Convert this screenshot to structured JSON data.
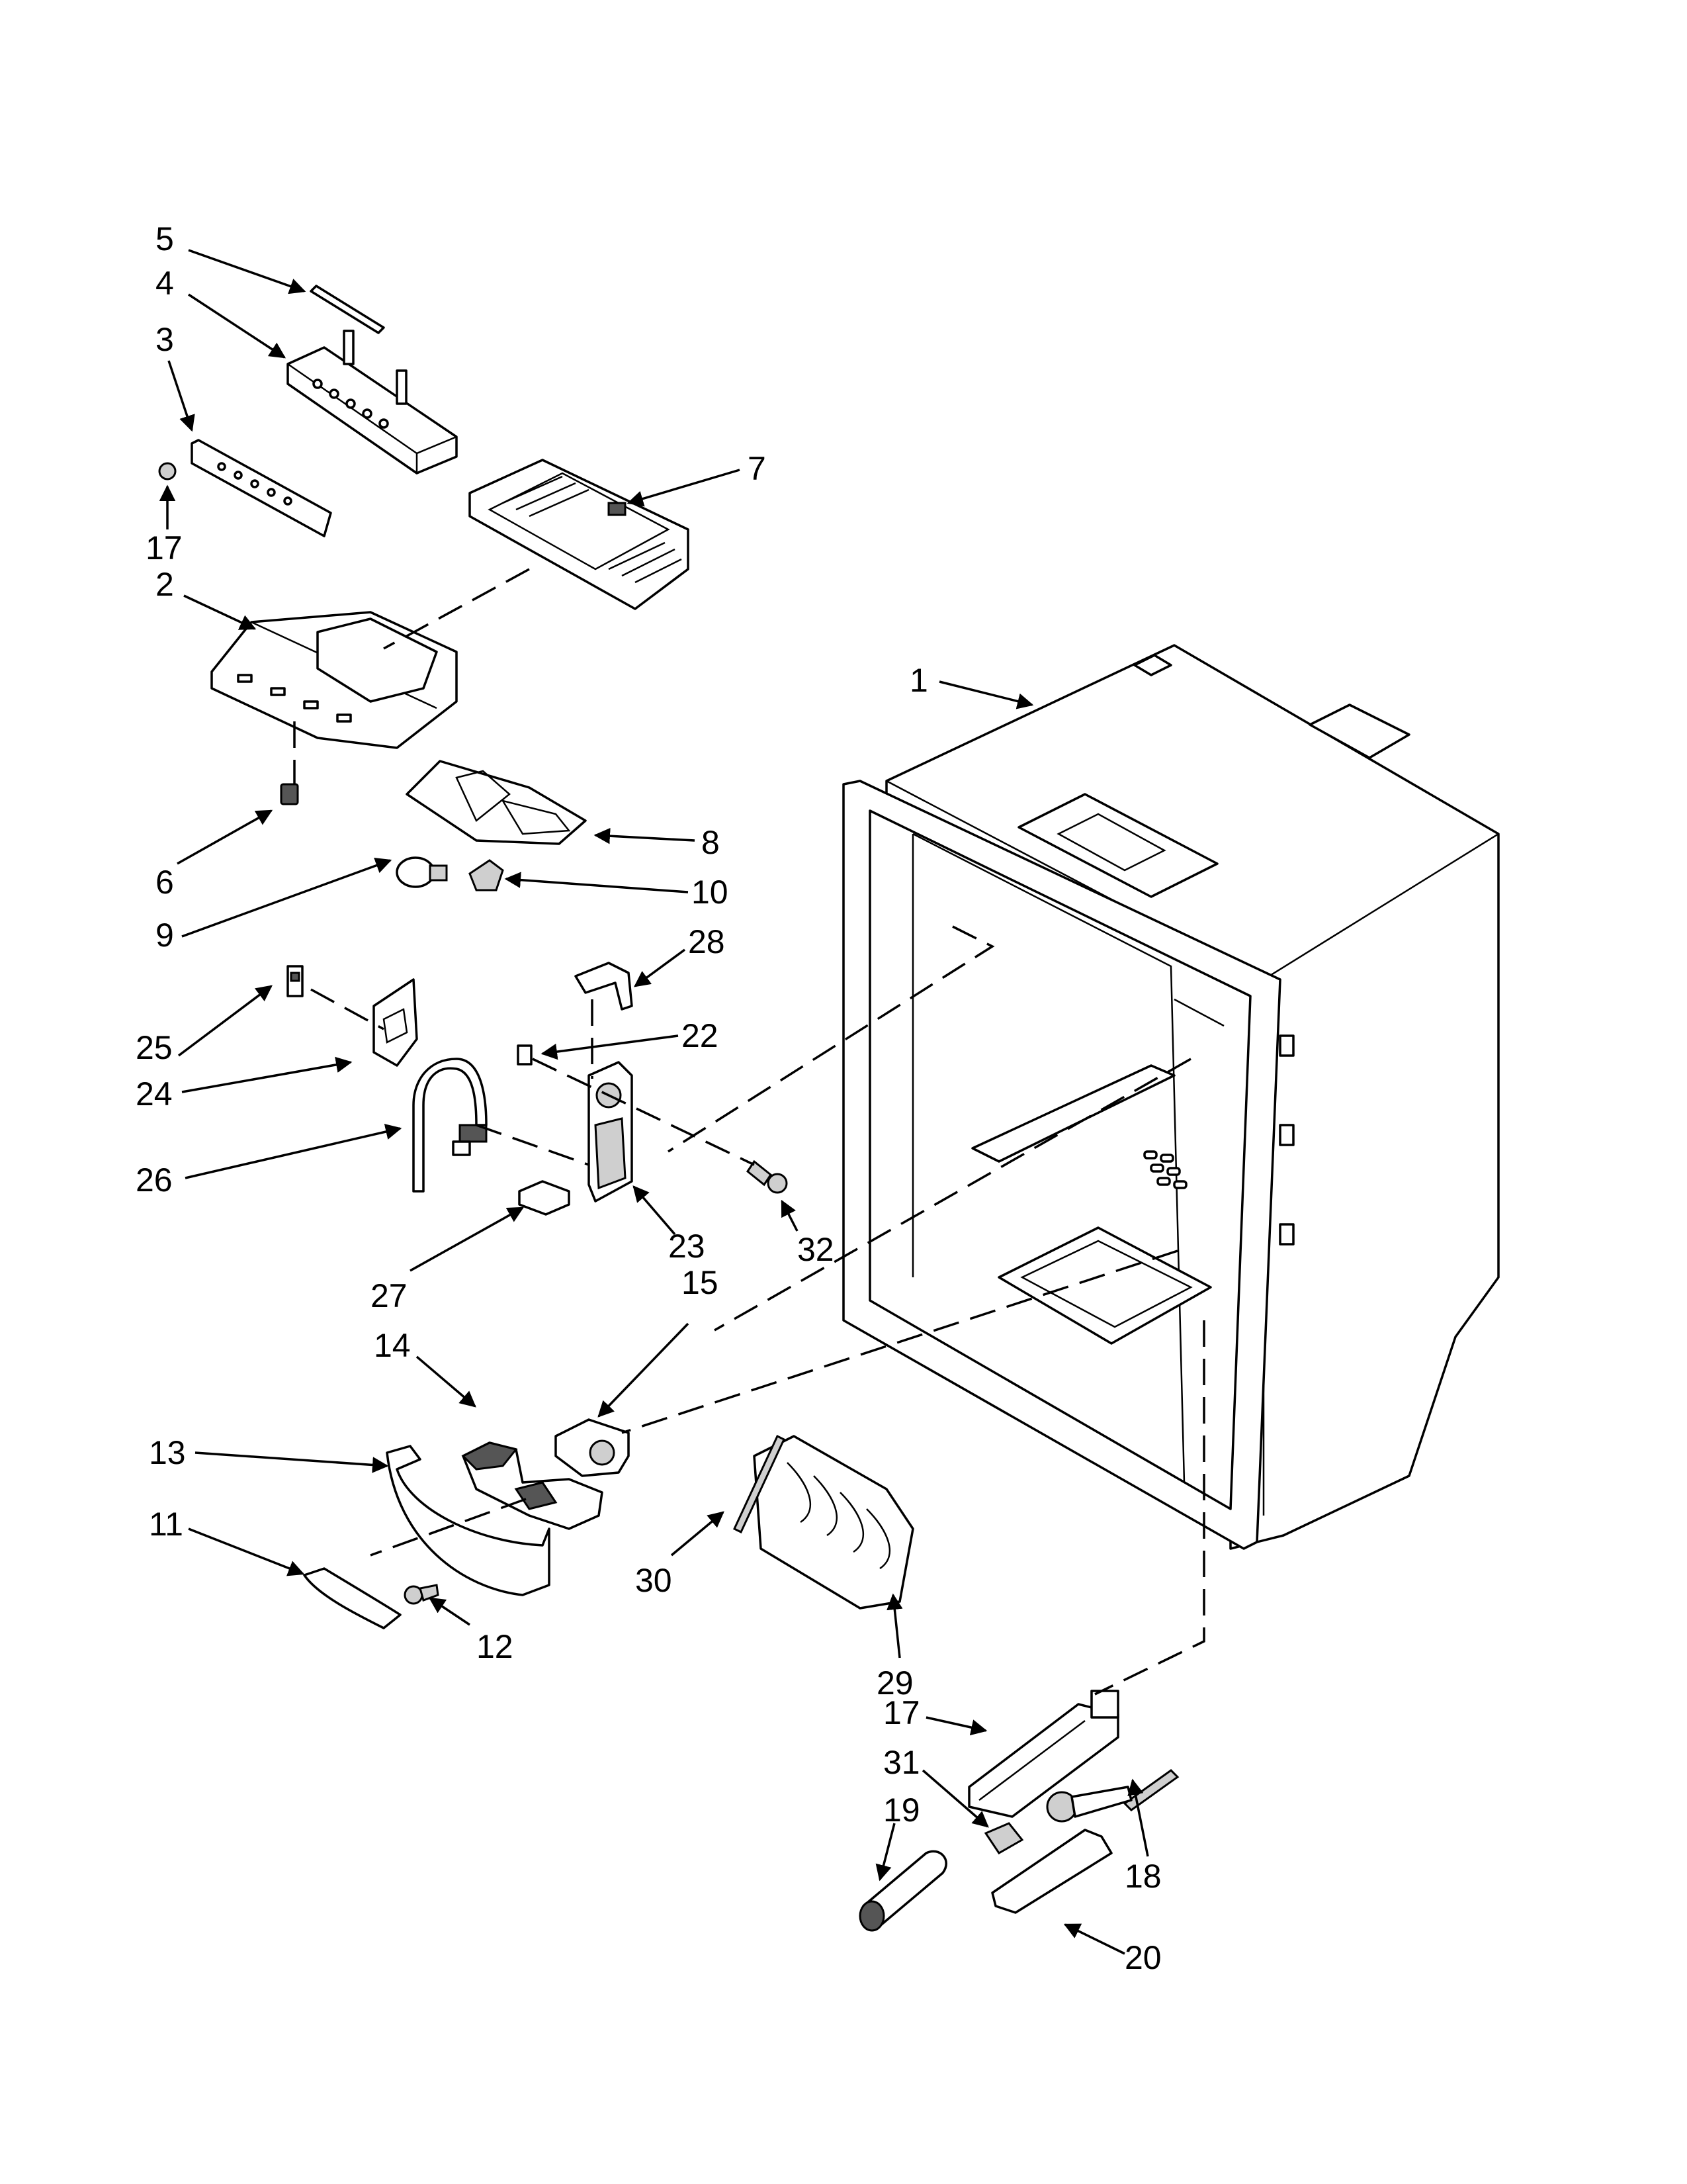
{
  "callouts": [
    {
      "id": "c5",
      "text": "5"
    },
    {
      "id": "c4",
      "text": "4"
    },
    {
      "id": "c3",
      "text": "3"
    },
    {
      "id": "c17a",
      "text": "17"
    },
    {
      "id": "c2",
      "text": "2"
    },
    {
      "id": "c7",
      "text": "7"
    },
    {
      "id": "c1",
      "text": "1"
    },
    {
      "id": "c8",
      "text": "8"
    },
    {
      "id": "c6",
      "text": "6"
    },
    {
      "id": "c10",
      "text": "10"
    },
    {
      "id": "c9",
      "text": "9"
    },
    {
      "id": "c28",
      "text": "28"
    },
    {
      "id": "c25",
      "text": "25"
    },
    {
      "id": "c22",
      "text": "22"
    },
    {
      "id": "c24",
      "text": "24"
    },
    {
      "id": "c26",
      "text": "26"
    },
    {
      "id": "c23",
      "text": "23"
    },
    {
      "id": "c32",
      "text": "32"
    },
    {
      "id": "c27",
      "text": "27"
    },
    {
      "id": "c15",
      "text": "15"
    },
    {
      "id": "c14",
      "text": "14"
    },
    {
      "id": "c13",
      "text": "13"
    },
    {
      "id": "c11",
      "text": "11"
    },
    {
      "id": "c30",
      "text": "30"
    },
    {
      "id": "c12",
      "text": "12"
    },
    {
      "id": "c29",
      "text": "29"
    },
    {
      "id": "c17b",
      "text": "17"
    },
    {
      "id": "c31",
      "text": "31"
    },
    {
      "id": "c19",
      "text": "19"
    },
    {
      "id": "c18",
      "text": "18"
    },
    {
      "id": "c20",
      "text": "20"
    }
  ]
}
